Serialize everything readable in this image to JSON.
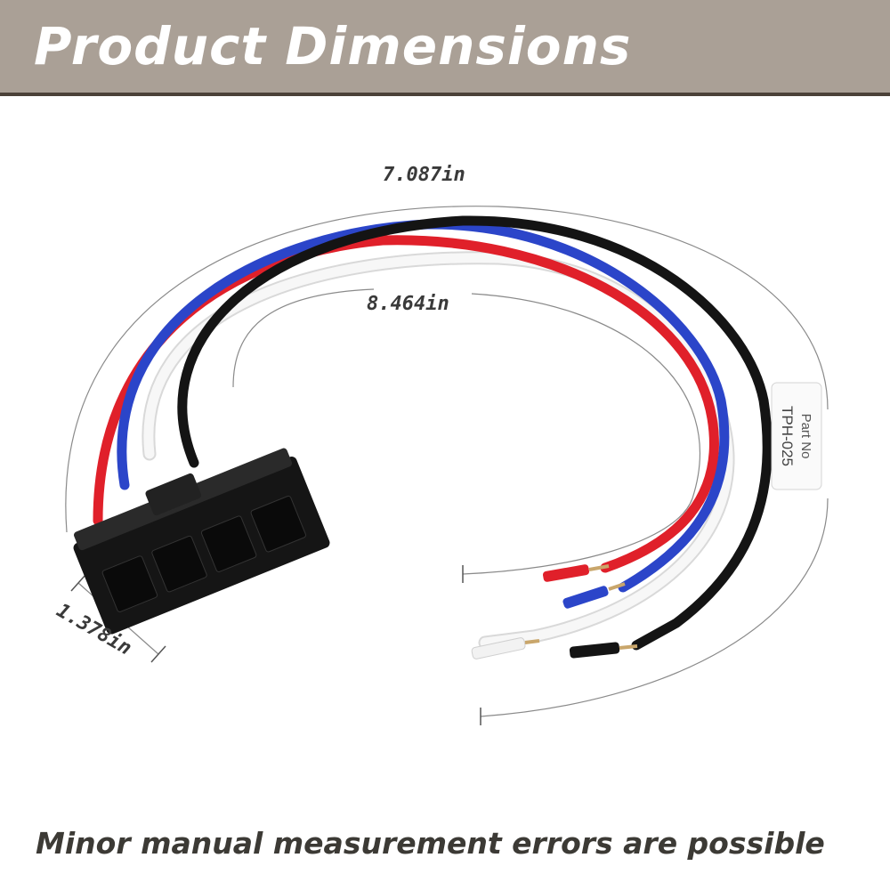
{
  "header": {
    "title": "Product Dimensions"
  },
  "dimensions": {
    "top_width": "7.087in",
    "inner_width": "8.464in",
    "connector_width": "1.378in"
  },
  "label": {
    "line1": "Part No",
    "line2": "TPH-025"
  },
  "footer": {
    "note": "Minor manual measurement errors are possible"
  },
  "colors": {
    "banner": "#aaa096",
    "banner_rule": "#4b4138",
    "wire_black": "#141414",
    "wire_blue": "#2b45c9",
    "wire_red": "#e0202a",
    "wire_white": "#f4f4f4",
    "connector": "#151515"
  }
}
